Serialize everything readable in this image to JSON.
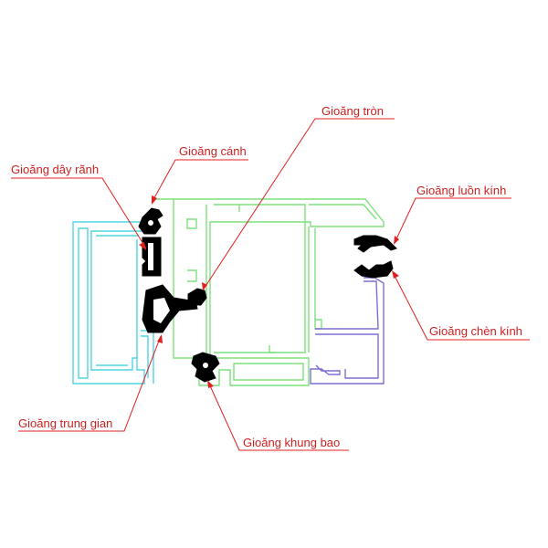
{
  "labels": {
    "gioang_tron": "Gioăng tròn",
    "gioang_canh": "Gioăng cánh",
    "gioang_day_ranh": "Gioăng dây rãnh",
    "gioang_luon_kinh": "Gioăng luồn kính",
    "gioang_chen_kinh": "Gioăng chèn kính",
    "gioang_trung_gian": "Gioăng trung gian",
    "gioang_khung_bao": "Gioăng khung bao"
  },
  "colors": {
    "label_text": "#cc1f1f",
    "leader_line": "#e02020",
    "frame_cyan": "#4fd6e3",
    "frame_green": "#7ee07e",
    "frame_blue": "#7b6fd6",
    "gasket": "#000000"
  }
}
